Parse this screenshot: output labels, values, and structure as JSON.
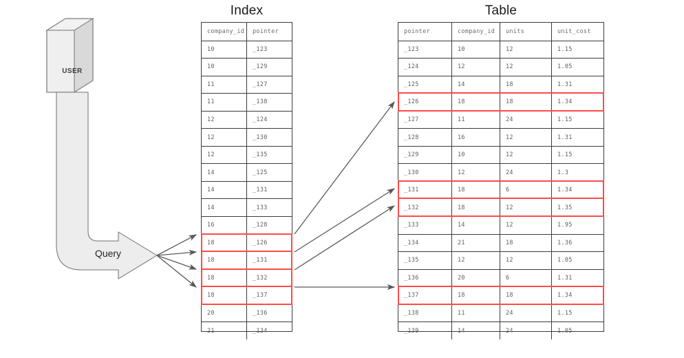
{
  "diagram": {
    "index_title": "Index",
    "table_title": "Table",
    "user_label": "USER",
    "query_label": "Query",
    "highlight_color": "#ff4a4a",
    "shape_fill": "#ededed",
    "shape_stroke": "#8c8c8c",
    "arrow_color": "#595959"
  },
  "index": {
    "headers": [
      "company_id",
      "pointer"
    ],
    "rows": [
      {
        "company_id": "10",
        "pointer": "_123",
        "highlighted": false
      },
      {
        "company_id": "10",
        "pointer": "_129",
        "highlighted": false
      },
      {
        "company_id": "11",
        "pointer": "_127",
        "highlighted": false
      },
      {
        "company_id": "11",
        "pointer": "_138",
        "highlighted": false
      },
      {
        "company_id": "12",
        "pointer": "_124",
        "highlighted": false
      },
      {
        "company_id": "12",
        "pointer": "_130",
        "highlighted": false
      },
      {
        "company_id": "12",
        "pointer": "_135",
        "highlighted": false
      },
      {
        "company_id": "14",
        "pointer": "_125",
        "highlighted": false
      },
      {
        "company_id": "14",
        "pointer": "_131",
        "highlighted": false
      },
      {
        "company_id": "14",
        "pointer": "_133",
        "highlighted": false
      },
      {
        "company_id": "16",
        "pointer": "_128",
        "highlighted": false
      },
      {
        "company_id": "18",
        "pointer": "_126",
        "highlighted": true
      },
      {
        "company_id": "18",
        "pointer": "_131",
        "highlighted": true
      },
      {
        "company_id": "18",
        "pointer": "_132",
        "highlighted": true
      },
      {
        "company_id": "18",
        "pointer": "_137",
        "highlighted": true
      },
      {
        "company_id": "20",
        "pointer": "_136",
        "highlighted": false
      },
      {
        "company_id": "21",
        "pointer": "_134",
        "highlighted": false
      }
    ]
  },
  "table": {
    "headers": [
      "pointer",
      "company_id",
      "units",
      "unit_cost"
    ],
    "rows": [
      {
        "pointer": "_123",
        "company_id": "10",
        "units": "12",
        "unit_cost": "1.15",
        "highlighted": false
      },
      {
        "pointer": "_124",
        "company_id": "12",
        "units": "12",
        "unit_cost": "1.05",
        "highlighted": false
      },
      {
        "pointer": "_125",
        "company_id": "14",
        "units": "18",
        "unit_cost": "1.31",
        "highlighted": false
      },
      {
        "pointer": "_126",
        "company_id": "18",
        "units": "18",
        "unit_cost": "1.34",
        "highlighted": true
      },
      {
        "pointer": "_127",
        "company_id": "11",
        "units": "24",
        "unit_cost": "1.15",
        "highlighted": false
      },
      {
        "pointer": "_128",
        "company_id": "16",
        "units": "12",
        "unit_cost": "1.31",
        "highlighted": false
      },
      {
        "pointer": "_129",
        "company_id": "10",
        "units": "12",
        "unit_cost": "1.15",
        "highlighted": false
      },
      {
        "pointer": "_130",
        "company_id": "12",
        "units": "24",
        "unit_cost": "1.3",
        "highlighted": false
      },
      {
        "pointer": "_131",
        "company_id": "18",
        "units": "6",
        "unit_cost": "1.34",
        "highlighted": true
      },
      {
        "pointer": "_132",
        "company_id": "18",
        "units": "12",
        "unit_cost": "1.35",
        "highlighted": true
      },
      {
        "pointer": "_133",
        "company_id": "14",
        "units": "12",
        "unit_cost": "1.95",
        "highlighted": false
      },
      {
        "pointer": "_134",
        "company_id": "21",
        "units": "18",
        "unit_cost": "1.36",
        "highlighted": false
      },
      {
        "pointer": "_135",
        "company_id": "12",
        "units": "12",
        "unit_cost": "1.05",
        "highlighted": false
      },
      {
        "pointer": "_136",
        "company_id": "20",
        "units": "6",
        "unit_cost": "1.31",
        "highlighted": false
      },
      {
        "pointer": "_137",
        "company_id": "18",
        "units": "18",
        "unit_cost": "1.34",
        "highlighted": true
      },
      {
        "pointer": "_138",
        "company_id": "11",
        "units": "24",
        "unit_cost": "1.15",
        "highlighted": false
      },
      {
        "pointer": "_139",
        "company_id": "14",
        "units": "24",
        "unit_cost": "1.05",
        "highlighted": false
      }
    ]
  },
  "connectors": {
    "query_fan": [
      {
        "from": [
          228,
          371
        ],
        "to": [
          288,
          340
        ]
      },
      {
        "from": [
          228,
          371
        ],
        "to": [
          288,
          365
        ]
      },
      {
        "from": [
          228,
          371
        ],
        "to": [
          288,
          390
        ]
      },
      {
        "from": [
          228,
          371
        ],
        "to": [
          288,
          416
        ]
      }
    ],
    "index_to_table": [
      {
        "from": [
          427,
          340
        ],
        "to": [
          576,
          147
        ]
      },
      {
        "from": [
          427,
          365
        ],
        "to": [
          576,
          273
        ]
      },
      {
        "from": [
          427,
          391
        ],
        "to": [
          576,
          298
        ]
      },
      {
        "from": [
          427,
          417
        ],
        "to": [
          576,
          417
        ]
      }
    ]
  }
}
